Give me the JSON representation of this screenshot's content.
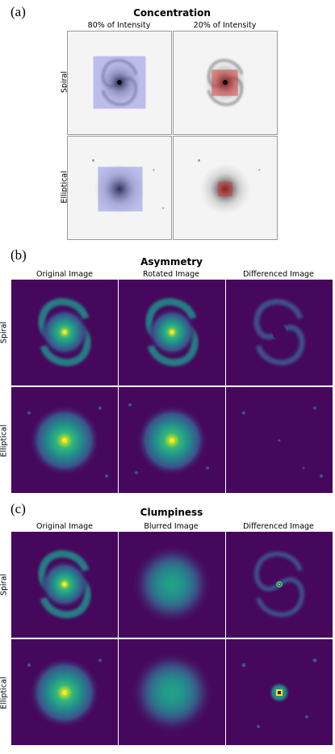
{
  "figure": {
    "a": {
      "label": "(a)",
      "title": "Concentration",
      "columns": [
        "80% of Intensity",
        "20% of Intensity"
      ],
      "rows": [
        "Spiral",
        "Elliptical"
      ],
      "overlay_colors": {
        "outer": "#6f6fe0",
        "inner": "#d84040"
      }
    },
    "b": {
      "label": "(b)",
      "title": "Asymmetry",
      "columns": [
        "Original Image",
        "Rotated Image",
        "Differenced Image"
      ],
      "rows": [
        "Spiral",
        "Elliptical"
      ]
    },
    "c": {
      "label": "(c)",
      "title": "Clumpiness",
      "columns": [
        "Original Image",
        "Blurred Image",
        "Differenced Image"
      ],
      "rows": [
        "Spiral",
        "Elliptical"
      ]
    },
    "colors": {
      "viridis_bg": "#46085c",
      "viridis_mid": "#21918c",
      "viridis_hi": "#fde725"
    }
  }
}
